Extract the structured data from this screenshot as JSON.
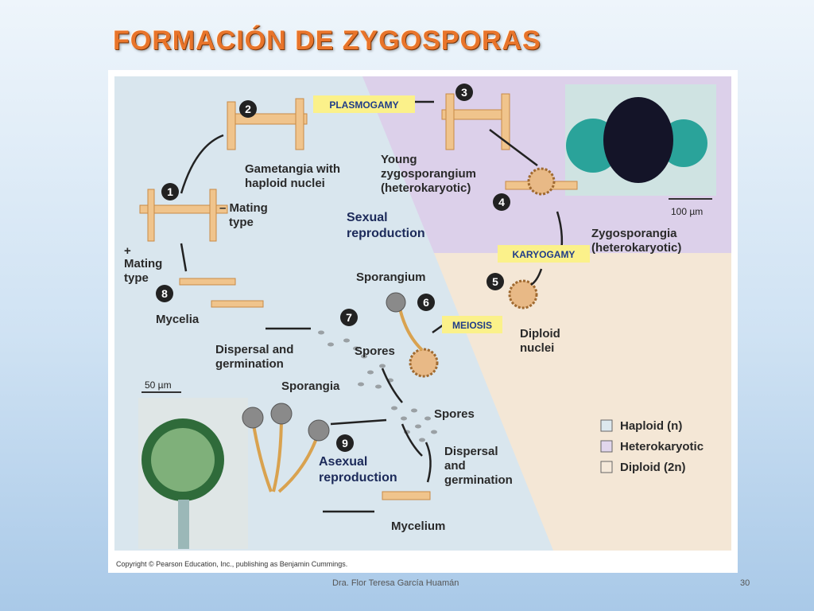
{
  "slide": {
    "title": "FORMACIÓN DE ZYGOSPORAS",
    "footer_author": "Dra. Flor Teresa García Huamán",
    "page_number": "30"
  },
  "diagram": {
    "steps": [
      "1",
      "2",
      "3",
      "4",
      "5",
      "6",
      "7",
      "8",
      "9"
    ],
    "labels": {
      "plasmogamy": "PLASMOGAMY",
      "karyogamy": "KARYOGAMY",
      "meiosis": "MEIOSIS",
      "gametangia_1": "Gametangia with",
      "gametangia_2": "haploid nuclei",
      "young_1": "Young",
      "young_2": "zygosporangium",
      "young_3": "(heterokaryotic)",
      "minus_mating_1": "– Mating",
      "minus_mating_2": "type",
      "plus_mating_1": "+",
      "plus_mating_2": "Mating",
      "plus_mating_3": "type",
      "sexual_1": "Sexual",
      "sexual_2": "reproduction",
      "zygosporangia_1": "Zygosporangia",
      "zygosporangia_2": "(heterokaryotic)",
      "sporangium": "Sporangium",
      "diploid_1": "Diploid",
      "diploid_2": "nuclei",
      "mycelia": "Mycelia",
      "dispersal_left_1": "Dispersal and",
      "dispersal_left_2": "germination",
      "spores_top": "Spores",
      "sporangia": "Sporangia",
      "spores_bottom": "Spores",
      "asexual_1": "Asexual",
      "asexual_2": "reproduction",
      "dispersal_right_1": "Dispersal",
      "dispersal_right_2": "and",
      "dispersal_right_3": "germination",
      "mycelium": "Mycelium",
      "scale_top": "100 µm",
      "scale_bottom": "50 µm",
      "copyright": "Copyright © Pearson Education, Inc., publishing as Benjamin Cummings."
    },
    "legend": [
      {
        "label": "Haploid (n)",
        "color": "#dde8ee"
      },
      {
        "label": "Heterokaryotic",
        "color": "#e1d6ec"
      },
      {
        "label": "Diploid (2n)",
        "color": "#f5e9da"
      }
    ],
    "colors": {
      "haploid": "#d9e6ee",
      "heterokaryotic": "#dcd0ea",
      "diploid": "#f4e7d6",
      "label_box": "#fbf18a",
      "hyphae": "#f0c48c",
      "step_circle": "#222222"
    }
  }
}
